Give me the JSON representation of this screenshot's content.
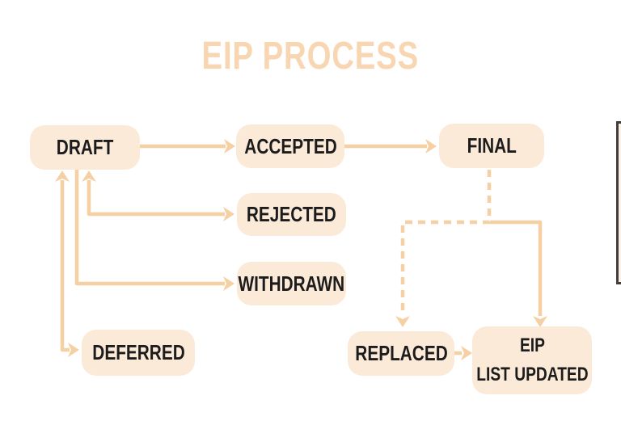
{
  "title": "EIP PROCESS",
  "colors": {
    "box_fill": "#fcead9",
    "box_text": "#1c1c1c",
    "arrow": "#f6cfa3",
    "title": "#f9d6b2",
    "partial_box_border": "#3f3f3f",
    "partial_box_fill": "#fdf0e4",
    "background": "#ffffff"
  },
  "nodes": [
    {
      "id": "draft",
      "label": "DRAFT"
    },
    {
      "id": "accepted",
      "label": "ACCEPTED"
    },
    {
      "id": "final",
      "label": "FINAL"
    },
    {
      "id": "rejected",
      "label": "REJECTED"
    },
    {
      "id": "withdrawn",
      "label": "WITHDRAWN"
    },
    {
      "id": "deferred",
      "label": "DEFERRED"
    },
    {
      "id": "replaced",
      "label": "REPLACED"
    },
    {
      "id": "eip_list_updated",
      "label_lines": [
        "EIP",
        "LIST UPDATED"
      ]
    }
  ],
  "edges": [
    {
      "from": "DRAFT",
      "to": "ACCEPTED",
      "style": "solid",
      "arrows": "to"
    },
    {
      "from": "ACCEPTED",
      "to": "FINAL",
      "style": "solid",
      "arrows": "to"
    },
    {
      "from": "DRAFT",
      "to": "REJECTED",
      "style": "solid",
      "arrows": "both"
    },
    {
      "from": "DRAFT",
      "to": "WITHDRAWN",
      "style": "solid",
      "arrows": "to"
    },
    {
      "from": "DRAFT",
      "to": "DEFERRED",
      "style": "solid",
      "arrows": "both"
    },
    {
      "from": "FINAL",
      "to": "REPLACED",
      "style": "dashed",
      "arrows": "to"
    },
    {
      "from": "FINAL",
      "to": "EIP LIST UPDATED",
      "style": "solid",
      "arrows": "to"
    },
    {
      "from": "REPLACED",
      "to": "EIP LIST UPDATED",
      "style": "solid",
      "arrows": "to"
    }
  ]
}
